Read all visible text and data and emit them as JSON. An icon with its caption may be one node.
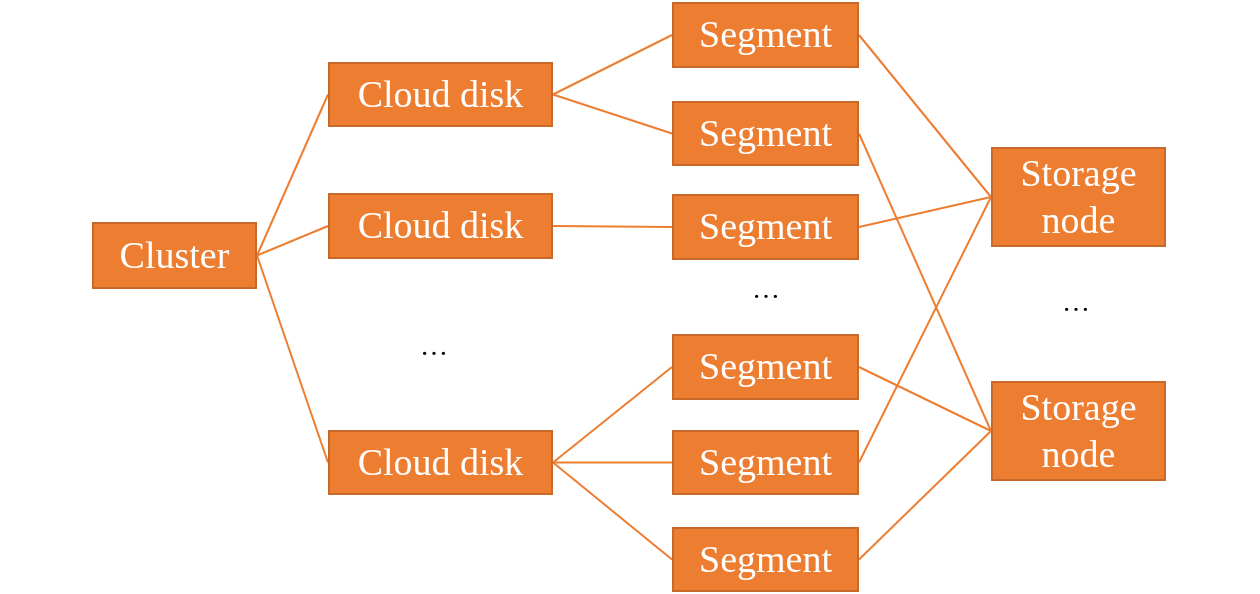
{
  "diagram": {
    "nodes": [
      {
        "text": [
          "Cluster"
        ]
      },
      {
        "text": [
          "Cloud disk"
        ]
      },
      {
        "text": [
          "Cloud disk"
        ]
      },
      {
        "text": [
          "Cloud disk"
        ]
      },
      {
        "text": [
          "Segment"
        ]
      },
      {
        "text": [
          "Segment"
        ]
      },
      {
        "text": [
          "Segment"
        ]
      },
      {
        "text": [
          "Segment"
        ]
      },
      {
        "text": [
          "Segment"
        ]
      },
      {
        "text": [
          "Segment"
        ]
      },
      {
        "text": [
          "Storage node"
        ]
      },
      {
        "text": [
          "Storage node"
        ]
      }
    ],
    "edges": [
      {
        "from": 0,
        "to": 1,
        "arrow": "none"
      },
      {
        "from": 0,
        "to": 2,
        "arrow": "none"
      },
      {
        "from": 0,
        "to": 3,
        "arrow": "none"
      },
      {
        "from": 1,
        "to": 4,
        "arrow": "none"
      },
      {
        "from": 1,
        "to": 5,
        "arrow": "none"
      },
      {
        "from": 2,
        "to": 6,
        "arrow": "none"
      },
      {
        "from": 3,
        "to": 7,
        "arrow": "none"
      },
      {
        "from": 3,
        "to": 8,
        "arrow": "none"
      },
      {
        "from": 3,
        "to": 9,
        "arrow": "none"
      },
      {
        "from": 4,
        "to": 10,
        "arrow": "none"
      },
      {
        "from": 5,
        "to": 11,
        "arrow": "none"
      },
      {
        "from": 6,
        "to": 10,
        "arrow": "none"
      },
      {
        "from": 7,
        "to": 11,
        "arrow": "none"
      },
      {
        "from": 8,
        "to": 10,
        "arrow": "none"
      },
      {
        "from": 9,
        "to": 11,
        "arrow": "none"
      }
    ],
    "labels": [
      "…",
      "…",
      "…"
    ]
  }
}
